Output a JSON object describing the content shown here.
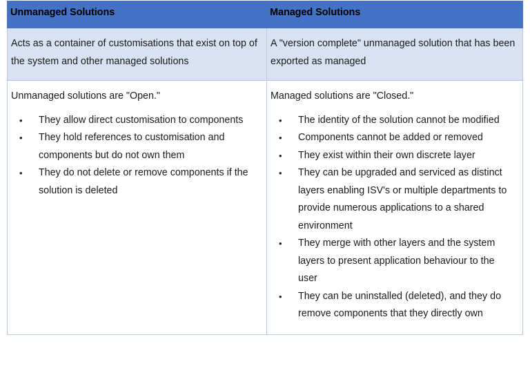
{
  "table": {
    "columns": [
      {
        "header": "Unmanaged Solutions"
      },
      {
        "header": "Managed Solutions"
      }
    ],
    "rows": [
      {
        "style": "shaded",
        "cells": [
          {
            "text": "Acts as a container of customisations that exist on top of the system and other managed solutions",
            "bullets": []
          },
          {
            "text": "A \"version complete\" unmanaged solution that has been exported as managed",
            "bullets": []
          }
        ]
      },
      {
        "style": "plain",
        "cells": [
          {
            "text": "Unmanaged solutions are \"Open.\"",
            "bullets": [
              "They allow direct customisation to components",
              "They hold references to customisation and components but do not own them",
              "They do not delete or remove components if the solution is deleted"
            ]
          },
          {
            "text": "Managed solutions are \"Closed.\"",
            "bullets": [
              "The identity of the solution cannot be modified",
              "Components cannot be added or removed",
              "They exist within their own discrete layer",
              "They can be upgraded and serviced as distinct layers enabling ISV's or multiple departments to provide numerous applications to a shared environment",
              "They merge with other layers and the system layers to present application behaviour to the user",
              "They can be uninstalled (deleted), and they do remove components that they directly own"
            ]
          }
        ]
      }
    ],
    "bullet_glyph": "•"
  },
  "colors": {
    "header_background": "#4472C4",
    "header_text": "#000000",
    "shaded_row_background": "#D9E2F3",
    "plain_row_background": "#FFFFFF",
    "border": "#BAC8E3",
    "body_text": "#1A1A1A"
  }
}
